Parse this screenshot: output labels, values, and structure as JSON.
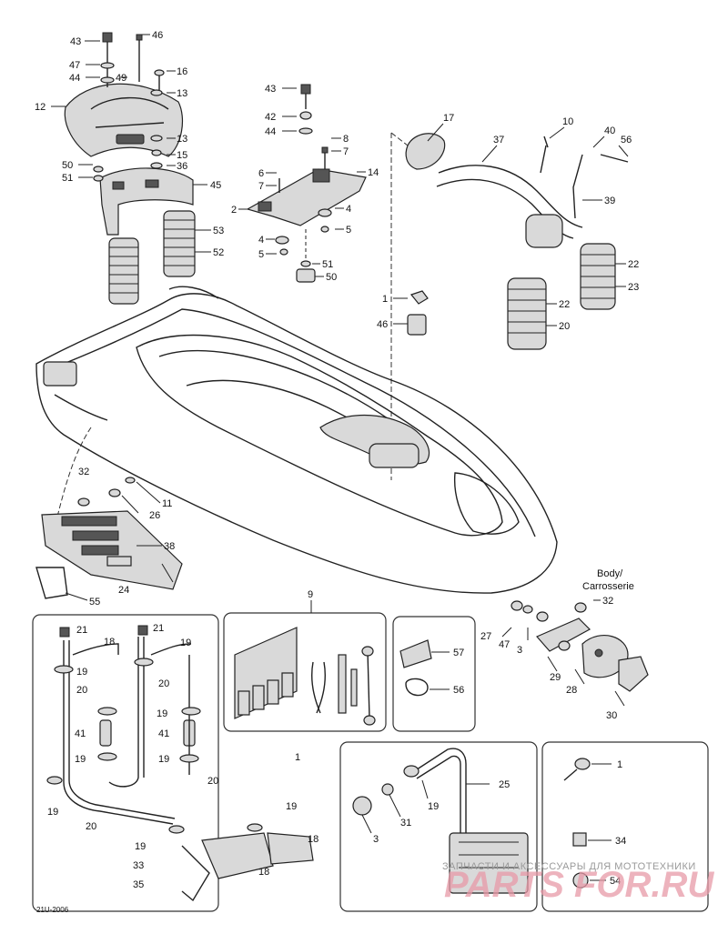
{
  "callouts": [
    {
      "id": "c-43a",
      "text": "43"
    },
    {
      "id": "c-46",
      "text": "46"
    },
    {
      "id": "c-47a",
      "text": "47"
    },
    {
      "id": "c-16",
      "text": "16"
    },
    {
      "id": "c-44a",
      "text": "44"
    },
    {
      "id": "c-49",
      "text": "49"
    },
    {
      "id": "c-13a",
      "text": "13"
    },
    {
      "id": "c-12",
      "text": "12"
    },
    {
      "id": "c-13b",
      "text": "13"
    },
    {
      "id": "c-15",
      "text": "15"
    },
    {
      "id": "c-50",
      "text": "50"
    },
    {
      "id": "c-36",
      "text": "36"
    },
    {
      "id": "c-51a",
      "text": "51"
    },
    {
      "id": "c-45",
      "text": "45"
    },
    {
      "id": "c-53",
      "text": "53"
    },
    {
      "id": "c-52",
      "text": "52"
    },
    {
      "id": "c-43b",
      "text": "43"
    },
    {
      "id": "c-42",
      "text": "42"
    },
    {
      "id": "c-44b",
      "text": "44"
    },
    {
      "id": "c-8",
      "text": "8"
    },
    {
      "id": "c-7a",
      "text": "7"
    },
    {
      "id": "c-6",
      "text": "6"
    },
    {
      "id": "c-14",
      "text": "14"
    },
    {
      "id": "c-7b",
      "text": "7"
    },
    {
      "id": "c-2",
      "text": "2"
    },
    {
      "id": "c-4a",
      "text": "4"
    },
    {
      "id": "c-4b",
      "text": "4"
    },
    {
      "id": "c-5a",
      "text": "5"
    },
    {
      "id": "c-5b",
      "text": "5"
    },
    {
      "id": "c-51b",
      "text": "51"
    },
    {
      "id": "c-50b",
      "text": "50"
    },
    {
      "id": "c-17",
      "text": "17"
    },
    {
      "id": "c-37",
      "text": "37"
    },
    {
      "id": "c-10",
      "text": "10"
    },
    {
      "id": "c-40",
      "text": "40"
    },
    {
      "id": "c-56a",
      "text": "56"
    },
    {
      "id": "c-39",
      "text": "39"
    },
    {
      "id": "c-22a",
      "text": "22"
    },
    {
      "id": "c-22b",
      "text": "22"
    },
    {
      "id": "c-23",
      "text": "23"
    },
    {
      "id": "c-20a",
      "text": "20"
    },
    {
      "id": "c-1a",
      "text": "1"
    },
    {
      "id": "c-46b",
      "text": "46"
    },
    {
      "id": "c-32a",
      "text": "32"
    },
    {
      "id": "c-26",
      "text": "26"
    },
    {
      "id": "c-11",
      "text": "11"
    },
    {
      "id": "c-38",
      "text": "38"
    },
    {
      "id": "c-24",
      "text": "24"
    },
    {
      "id": "c-55",
      "text": "55"
    },
    {
      "id": "c-9",
      "text": "9"
    },
    {
      "id": "c-32b",
      "text": "32"
    },
    {
      "id": "c-27",
      "text": "27"
    },
    {
      "id": "c-47b",
      "text": "47"
    },
    {
      "id": "c-3a",
      "text": "3"
    },
    {
      "id": "c-29",
      "text": "29"
    },
    {
      "id": "c-28",
      "text": "28"
    },
    {
      "id": "c-30",
      "text": "30"
    },
    {
      "id": "c-57",
      "text": "57"
    },
    {
      "id": "c-56b",
      "text": "56"
    },
    {
      "id": "c-21a",
      "text": "21"
    },
    {
      "id": "c-21b",
      "text": "21"
    },
    {
      "id": "c-18a",
      "text": "18"
    },
    {
      "id": "c-19a",
      "text": "19"
    },
    {
      "id": "c-20b",
      "text": "20"
    },
    {
      "id": "c-20c",
      "text": "20"
    },
    {
      "id": "c-19b",
      "text": "19"
    },
    {
      "id": "c-19c",
      "text": "19"
    },
    {
      "id": "c-41a",
      "text": "41"
    },
    {
      "id": "c-41b",
      "text": "41"
    },
    {
      "id": "c-19d",
      "text": "19"
    },
    {
      "id": "c-19e",
      "text": "19"
    },
    {
      "id": "c-20d",
      "text": "20"
    },
    {
      "id": "c-1b",
      "text": "1"
    },
    {
      "id": "c-19f",
      "text": "19"
    },
    {
      "id": "c-20e",
      "text": "20"
    },
    {
      "id": "c-19g",
      "text": "19"
    },
    {
      "id": "c-19h",
      "text": "19"
    },
    {
      "id": "c-18b",
      "text": "18"
    },
    {
      "id": "c-33",
      "text": "33"
    },
    {
      "id": "c-18c",
      "text": "18"
    },
    {
      "id": "c-35",
      "text": "35"
    },
    {
      "id": "c-25",
      "text": "25"
    },
    {
      "id": "c-19i",
      "text": "19"
    },
    {
      "id": "c-31",
      "text": "31"
    },
    {
      "id": "c-3b",
      "text": "3"
    },
    {
      "id": "c-1c",
      "text": "1"
    },
    {
      "id": "c-34",
      "text": "34"
    },
    {
      "id": "c-54",
      "text": "54"
    }
  ],
  "body_label_line1": "Body/",
  "body_label_line2": "Carrosserie",
  "figure_code": "21U-2006",
  "watermark_caption": "ЗАПЧАСТИ И АКСЕССУАРЫ ДЛЯ МОТОТЕХНИКИ",
  "watermark_logo": "PARTS FOR.RU"
}
